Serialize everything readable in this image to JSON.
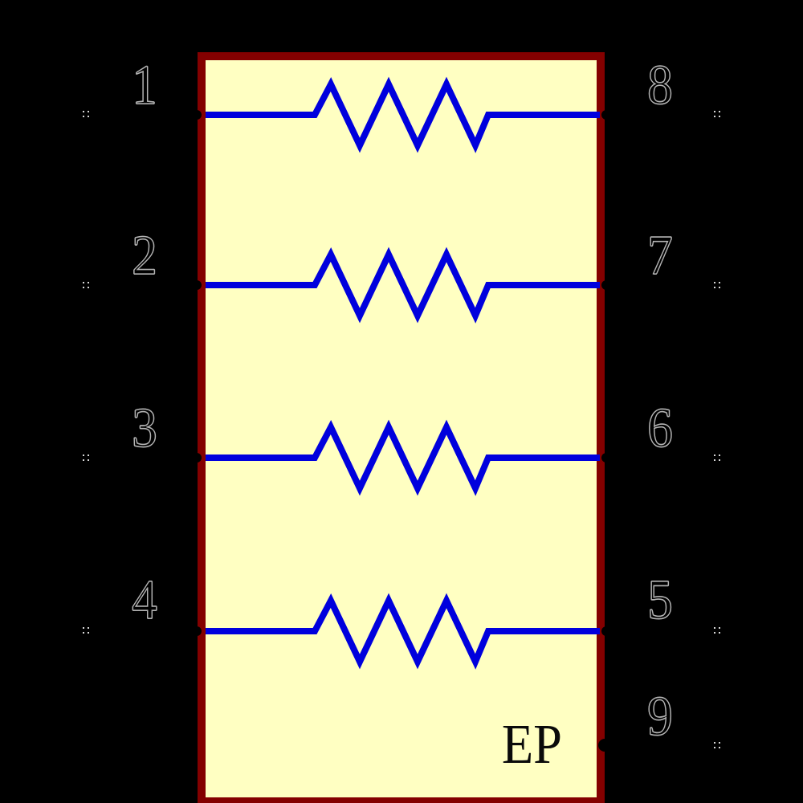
{
  "component": {
    "type": "isolated-resistor-network-symbol",
    "ep_label": "EP",
    "resistor_count": 4
  },
  "colors": {
    "background": "#000000",
    "body_fill": "#FFFFC2",
    "body_outline": "#840000",
    "resistor": "#0000DD",
    "pin_dot": "#000000",
    "pin_number_fill": "#000000",
    "pin_number_outline": "#B4B4B4",
    "pin_end_marker": "#D8D8D8",
    "ep_text": "#0A0A0A"
  },
  "pins": {
    "left": [
      "1",
      "2",
      "3",
      "4"
    ],
    "right": [
      "8",
      "7",
      "6",
      "5"
    ],
    "exposed_pad": "9"
  }
}
